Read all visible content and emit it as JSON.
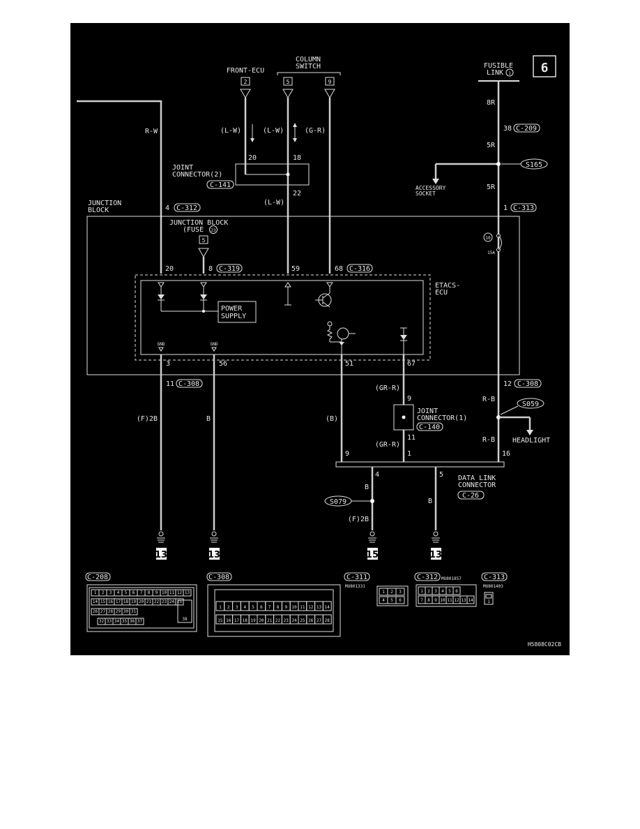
{
  "page_number": "6",
  "drawing_code": "H5808C02CB",
  "components": {
    "fusible_link": [
      "FUSIBLE",
      "LINK"
    ],
    "fusible_link_num": "1",
    "front_ecu": "FRONT-ECU",
    "column_switch": [
      "COLUMN",
      "SWITCH"
    ],
    "joint_connector_2": [
      "JOINT",
      "CONNECTOR(2)"
    ],
    "junction_block_outer": [
      "JUNCTION",
      "BLOCK"
    ],
    "junction_block_inner": "JUNCTION BLOCK",
    "fuse": "(FUSE",
    "fuse_num": "23",
    "power_supply": [
      "POWER",
      "SUPPLY"
    ],
    "etacs_ecu": [
      "ETACS-",
      "ECU"
    ],
    "accessory_socket": [
      "ACCESSORY",
      "SOCKET"
    ],
    "headlight": "HEADLIGHT",
    "joint_connector_1": [
      "JOINT",
      "CONNECTOR(1)"
    ],
    "data_link_connector": [
      "DATA LINK",
      "CONNECTOR"
    ],
    "fuse_10": "10",
    "fuse_15a": "15A",
    "gnd": "GND"
  },
  "connectors": {
    "c209": "C-209",
    "c141": "C-141",
    "c312": "C-312",
    "c319": "C-319",
    "c316": "C-316",
    "c313": "C-313",
    "c308": "C-308",
    "c140": "C-140",
    "c26": "C-26",
    "c208": "C-208",
    "c311": "C-311"
  },
  "terminals": {
    "fecu_2": "2",
    "cs_5": "5",
    "cs_9": "9",
    "fuse_5": "5",
    "t20_jc": "20",
    "t18_jc": "18",
    "t22_jc": "22",
    "t38": "38",
    "t4": "4",
    "t1": "1",
    "t20": "20",
    "t8": "8",
    "t59": "59",
    "t68": "68",
    "t3": "3",
    "t56": "56",
    "t51": "51",
    "t67": "67",
    "t11": "11",
    "t12": "12",
    "t9a": "9",
    "t11b": "11",
    "dl9": "9",
    "dl1": "1",
    "dl16": "16",
    "dl4": "4",
    "dl5": "5"
  },
  "wire_colors": {
    "rw": "R-W",
    "lw1": "(L-W)",
    "lw2": "(L-W)",
    "gr1": "(G-R)",
    "lw3": "(L-W)",
    "r8": "8R",
    "r5a": "5R",
    "r5b": "5R",
    "f2b": "(F)2B",
    "b1": "B",
    "bb": "(B)",
    "grr1": "(GR-R)",
    "grr2": "(GR-R)",
    "rb1": "R-B",
    "rb2": "R-B",
    "b4": "B",
    "b5": "B",
    "f2b2": "(F)2B"
  },
  "splices": {
    "s165": "S165",
    "s059": "S059",
    "s079": "S079"
  },
  "grounds": [
    "13",
    "13",
    "15",
    "13"
  ],
  "pin_connectors": {
    "c308_row1": [
      "1",
      "2",
      "3",
      "4",
      "5",
      "6",
      "7",
      "8",
      "9",
      "10",
      "11",
      "12",
      "13",
      "14"
    ],
    "c308_row2": [
      "15",
      "16",
      "17",
      "18",
      "19",
      "20",
      "21",
      "22",
      "23",
      "24",
      "25",
      "26",
      "27",
      "28"
    ],
    "c208_row1": [
      "1",
      "2",
      "3",
      "4",
      "5",
      "6",
      "7",
      "8",
      "9",
      "10",
      "11",
      "12",
      "13"
    ],
    "c208_row2": [
      "14",
      "15",
      "16",
      "17",
      "18",
      "19",
      "20",
      "21",
      "22",
      "23",
      "24",
      "25"
    ],
    "c208_row3": [
      "26",
      "27",
      "28",
      "29",
      "30",
      "31"
    ],
    "c208_row4": [
      "32",
      "33",
      "34",
      "35",
      "36",
      "37"
    ],
    "c208_big": "38",
    "c311_part": "MU801331",
    "c312_part": "MU801857",
    "c313_part": "MU801403",
    "c311_pins": [
      "1",
      "2",
      "3",
      "4",
      "5",
      "6"
    ],
    "c312_row1": [
      "1",
      "2",
      "3",
      "4",
      "5",
      "6"
    ],
    "c312_row2": [
      "7",
      "8",
      "9",
      "10",
      "11",
      "12",
      "13",
      "14"
    ],
    "c313_pin": "1"
  }
}
